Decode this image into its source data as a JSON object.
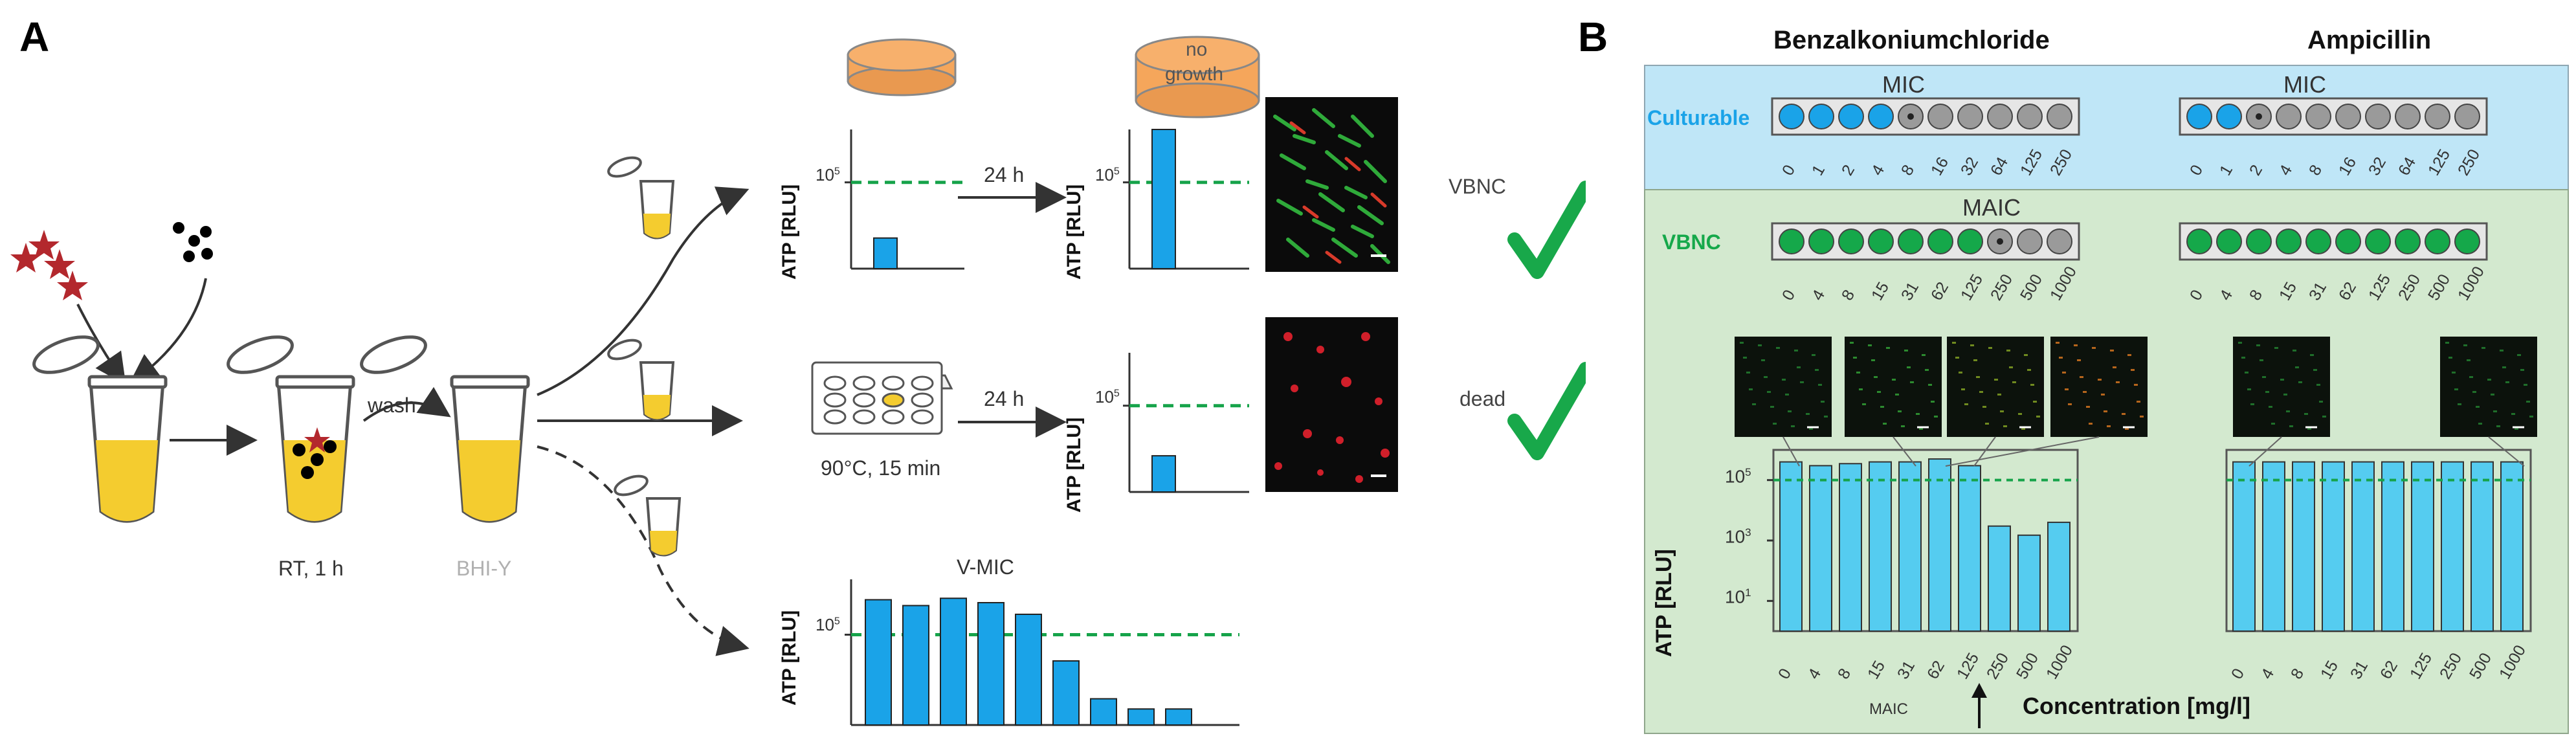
{
  "panel_a": {
    "letter": "A",
    "rt_label": "RT, 1 h",
    "wash_label": "wash",
    "medium_label": "BHI-Y",
    "no_growth": [
      "no",
      "growth"
    ],
    "time_label": "24 h",
    "heat_label": "90°C, 15 min",
    "y_axis": "ATP [RLU]",
    "tick_main": "10",
    "tick_exp": "5",
    "vbnc_label": "VBNC",
    "dead_label": "dead",
    "vmic_label": "V-MIC",
    "vmic_bars": [
      0.86,
      0.82,
      0.87,
      0.84,
      0.76,
      0.44,
      0.18,
      0.11,
      0.11
    ],
    "vbnc_before_bar": 0.22,
    "vbnc_after_bar": 1.0,
    "dead_bar": 0.26,
    "threshold_level": 0.62
  },
  "panel_b": {
    "letter": "B",
    "benz_title": "Benzalkoniumchloride",
    "amp_title": "Ampicillin",
    "mic_label": "MIC",
    "maic_label": "MAIC",
    "culturable_label": "Culturable",
    "vbnc_label": "VBNC",
    "benz_cult_ticks": [
      "0",
      "1",
      "2",
      "4",
      "8",
      "16",
      "32",
      "64",
      "125",
      "250"
    ],
    "amp_cult_ticks": [
      "0",
      "1",
      "2",
      "4",
      "8",
      "16",
      "32",
      "64",
      "125",
      "250"
    ],
    "vbnc_ticks": [
      "0",
      "4",
      "8",
      "15",
      "31",
      "62",
      "125",
      "250",
      "500",
      "1000"
    ],
    "benz_cult_state": [
      "blue",
      "blue",
      "blue",
      "blue",
      "mic",
      "grey",
      "grey",
      "grey",
      "grey",
      "grey"
    ],
    "amp_cult_state": [
      "blue",
      "blue",
      "mic",
      "grey",
      "grey",
      "grey",
      "grey",
      "grey",
      "grey",
      "grey"
    ],
    "benz_vbnc_state": [
      "green",
      "green",
      "green",
      "green",
      "green",
      "green",
      "green",
      "mic",
      "grey",
      "grey"
    ],
    "amp_vbnc_state": [
      "green",
      "green",
      "green",
      "green",
      "green",
      "green",
      "green",
      "green",
      "green",
      "green"
    ],
    "y_axis": "ATP [RLU]",
    "y_ticks": [
      {
        "m": "10",
        "e": "5",
        "v": 5
      },
      {
        "m": "10",
        "e": "3",
        "v": 3
      },
      {
        "m": "10",
        "e": "1",
        "v": 1
      }
    ],
    "x_axis": "Concentration [mg/l]",
    "maic_arrow_label": "MAIC",
    "colors": {
      "culturable_bg": "#bfe6f7",
      "vbnc_bg": "#d3e9cf",
      "blue": "#1aa3e8",
      "green": "#15a84a",
      "grey": "#9a9a9a",
      "bar": "#55ccf0",
      "threshold": "#16a34a",
      "culturable_text": "#1aa3e8",
      "vbnc_text": "#15a84a"
    }
  },
  "chart_data": [
    {
      "type": "bar",
      "xlabel": "Concentration [mg/l]",
      "ylabel": "ATP [RLU]",
      "log_scale": true,
      "categories": [
        "0",
        "4",
        "8",
        "15",
        "31",
        "62",
        "125",
        "250",
        "500",
        "1000"
      ],
      "values": [
        400000,
        300000,
        350000,
        400000,
        400000,
        500000,
        300000,
        3000,
        1500,
        4000
      ]
    },
    {
      "type": "bar",
      "xlabel": "Concentration [mg/l]",
      "ylabel": "ATP [RLU]",
      "log_scale": true,
      "categories": [
        "0",
        "4",
        "8",
        "15",
        "31",
        "62",
        "125",
        "250",
        "500",
        "1000"
      ],
      "values": [
        400000,
        400000,
        400000,
        400000,
        400000,
        400000,
        400000,
        400000,
        400000,
        400000
      ]
    }
  ]
}
